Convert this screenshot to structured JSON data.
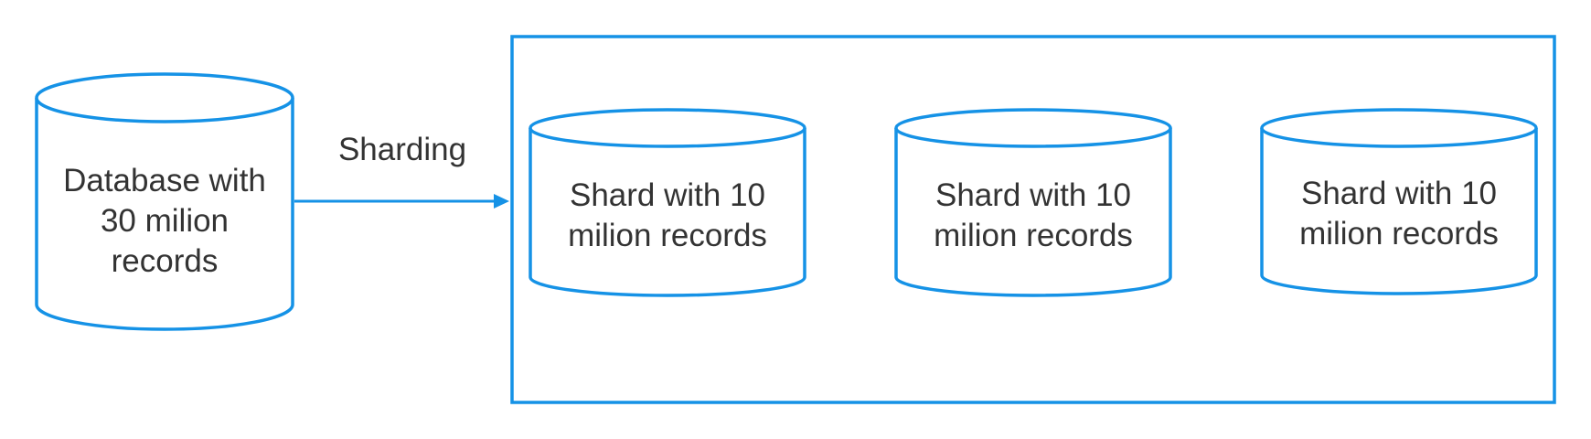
{
  "diagram": {
    "stroke_color": "#1592e6",
    "text_color": "#333333",
    "source": {
      "shape": "cylinder",
      "label": "Database with\n30 milion\nrecords"
    },
    "edge": {
      "label": "Sharding",
      "arrow": "right"
    },
    "container": {
      "shape": "rectangle",
      "shards": [
        {
          "shape": "cylinder",
          "label": "Shard with 10\nmilion records"
        },
        {
          "shape": "cylinder",
          "label": "Shard with 10\nmilion records"
        },
        {
          "shape": "cylinder",
          "label": "Shard with 10\nmilion records"
        }
      ]
    }
  }
}
